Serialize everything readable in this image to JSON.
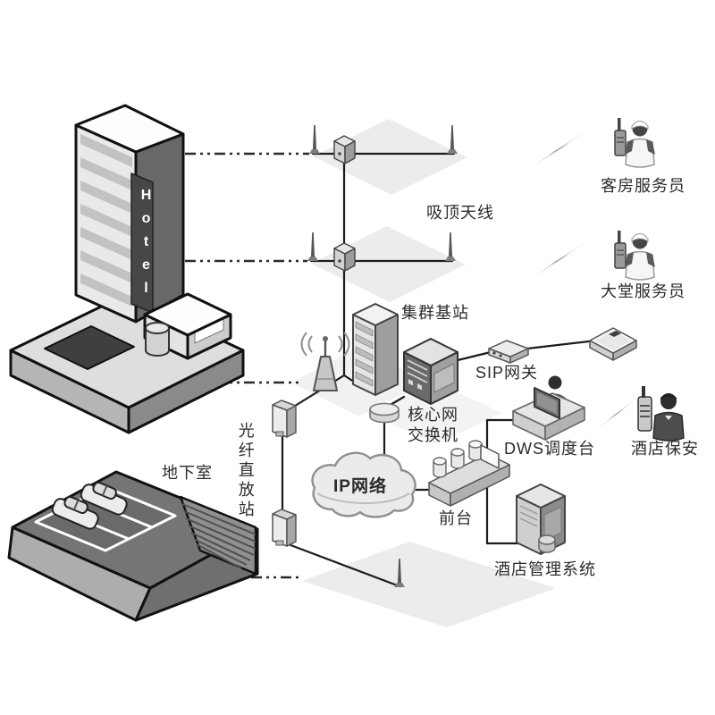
{
  "labels": {
    "hotel_sign": "Hotel",
    "basement": "地下室",
    "ceiling_antenna": "吸顶天线",
    "base_station": "集群基站",
    "sip_gateway": "SIP网关",
    "core_switch_line1": "核心网",
    "core_switch_line2": "交换机",
    "fiber_repeater": "光纤直放站",
    "ip_network": "IP网络",
    "dws_console": "DWS调度台",
    "front_desk": "前台",
    "hotel_mgmt_system": "酒店管理系统",
    "room_attendant": "客房服务员",
    "lobby_attendant": "大堂服务员",
    "hotel_security": "酒店保安"
  },
  "palette": {
    "background": "#ffffff",
    "line": "#1c1c1c",
    "platform": "#ececec",
    "building_light": "#e9e9e9",
    "building_dark": "#686868",
    "device_dark": "#5f5f5f",
    "bolt": "#9c9c9c",
    "text": "#2b2b2b"
  },
  "icons": {
    "hotel_building": "isometric-tower-shape",
    "basement_garage": "isometric-slab-with-ramp",
    "ceiling_antenna": "spike-on-plate",
    "splitter": "small-cube",
    "base_station_rack": "tall-rack-cube",
    "antenna_tower": "cone-with-waves",
    "core_switch": "large-cube-with-panel",
    "sip_gateway": "flat-box",
    "ip_phone": "flat-square-device",
    "router": "disk-cylinder",
    "ip_cloud": "cloud-shape",
    "fiber_repeater": "wall-box",
    "front_desk": "counter-with-posts",
    "dispatch_console": "person-at-desk-with-monitor",
    "mgmt_server": "pc-tower",
    "staff_with_radio": "person-with-walkie-talkie",
    "security_guard": "person-with-walkie-talkie-dark",
    "wireless_link": "lightning-bolt"
  }
}
